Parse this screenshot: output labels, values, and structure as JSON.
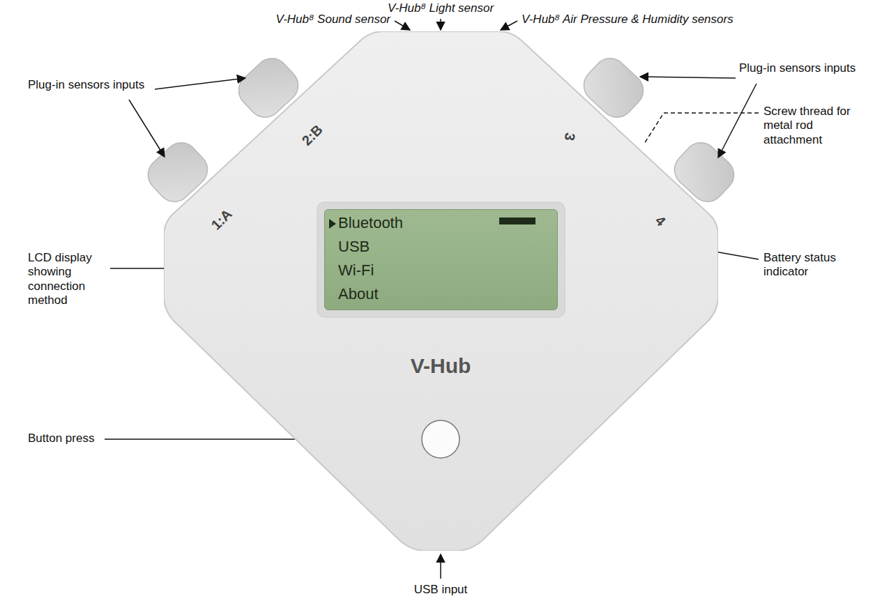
{
  "diagram": {
    "nodes": [
      {
        "text": [
          "1:A",
          "2:B",
          "3",
          "4",
          "V-Hub"
        ]
      },
      {
        "text": [
          "Bluetooth",
          "USB",
          "Wi-Fi",
          "About"
        ],
        "in": 0
      }
    ],
    "labels": [
      "V-Hub⁸ Sound sensor",
      "V-Hub⁸ Light sensor",
      "V-Hub⁸ Air Pressure & Humidity sensors",
      "Plug-in sensors inputs",
      "Plug-in sensors inputs",
      "Screw thread for metal rod attachment",
      "LCD display showing connection method",
      "Battery status indicator",
      "Button press",
      "USB input"
    ]
  }
}
